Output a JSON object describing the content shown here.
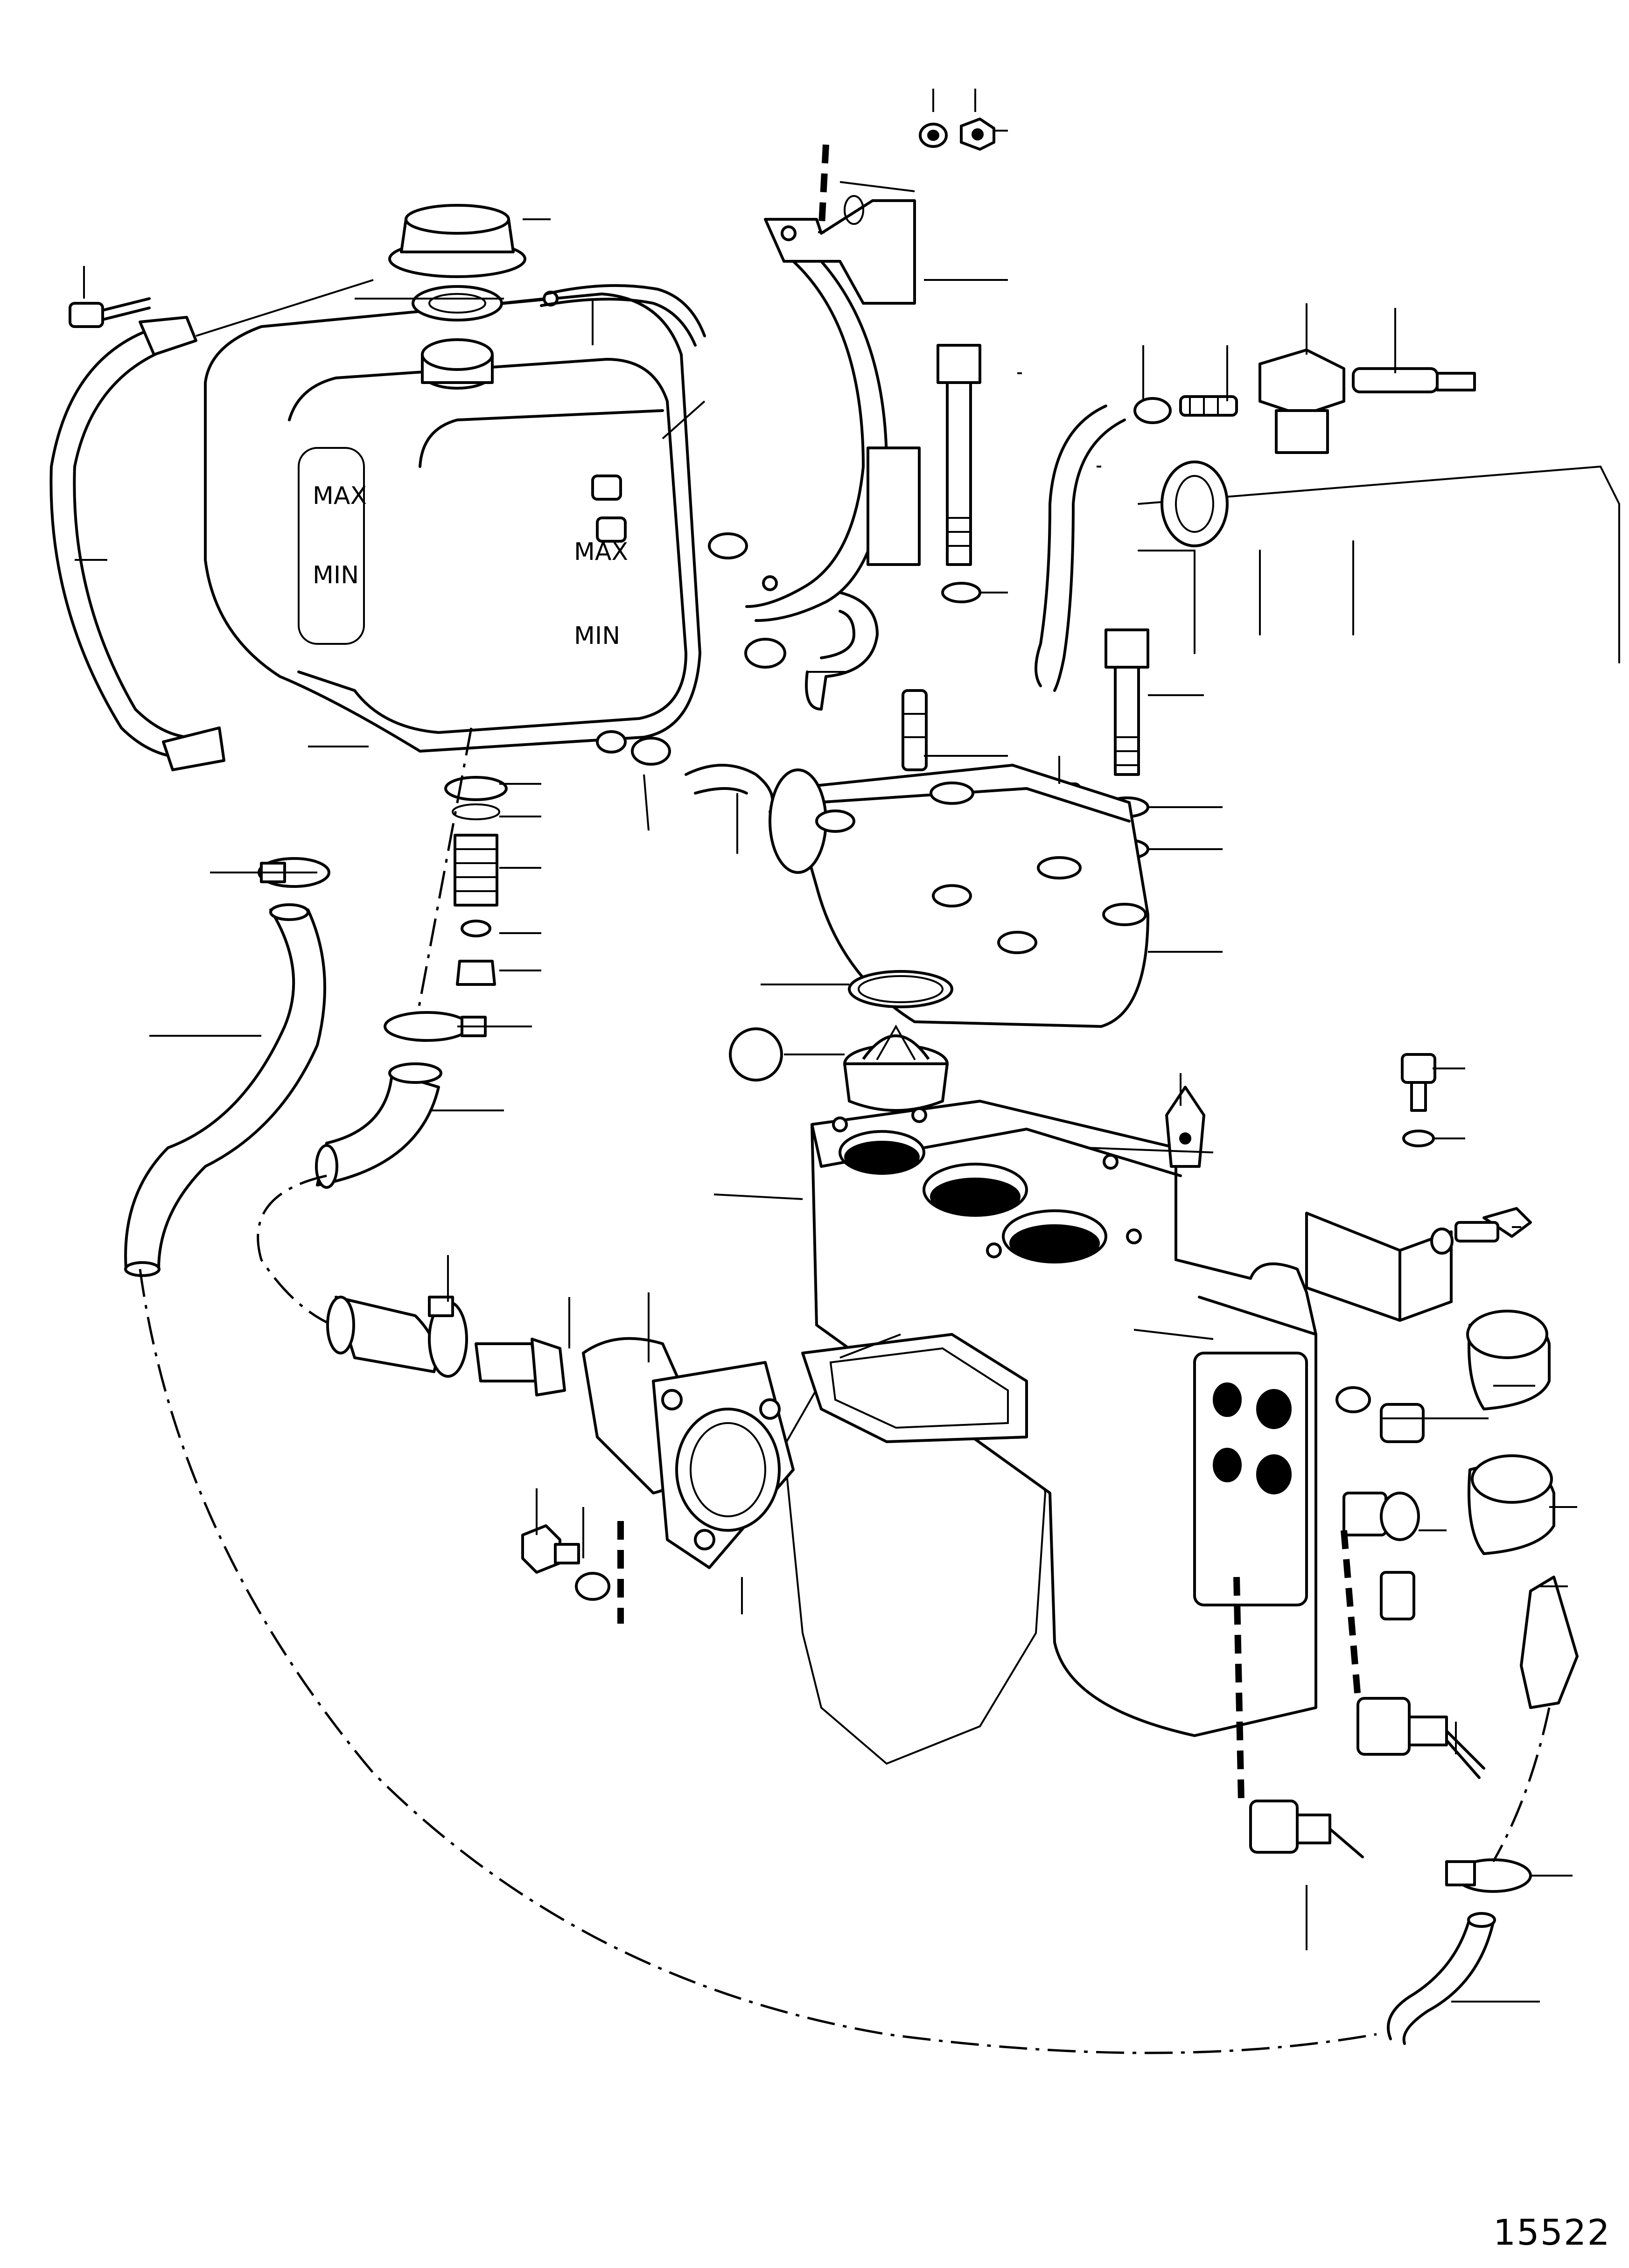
{
  "figure": {
    "number": "15522"
  },
  "tank_labels": {
    "max_large": "MAX",
    "min_large": "MIN",
    "max_small": "MAX",
    "min_small": "MIN"
  }
}
